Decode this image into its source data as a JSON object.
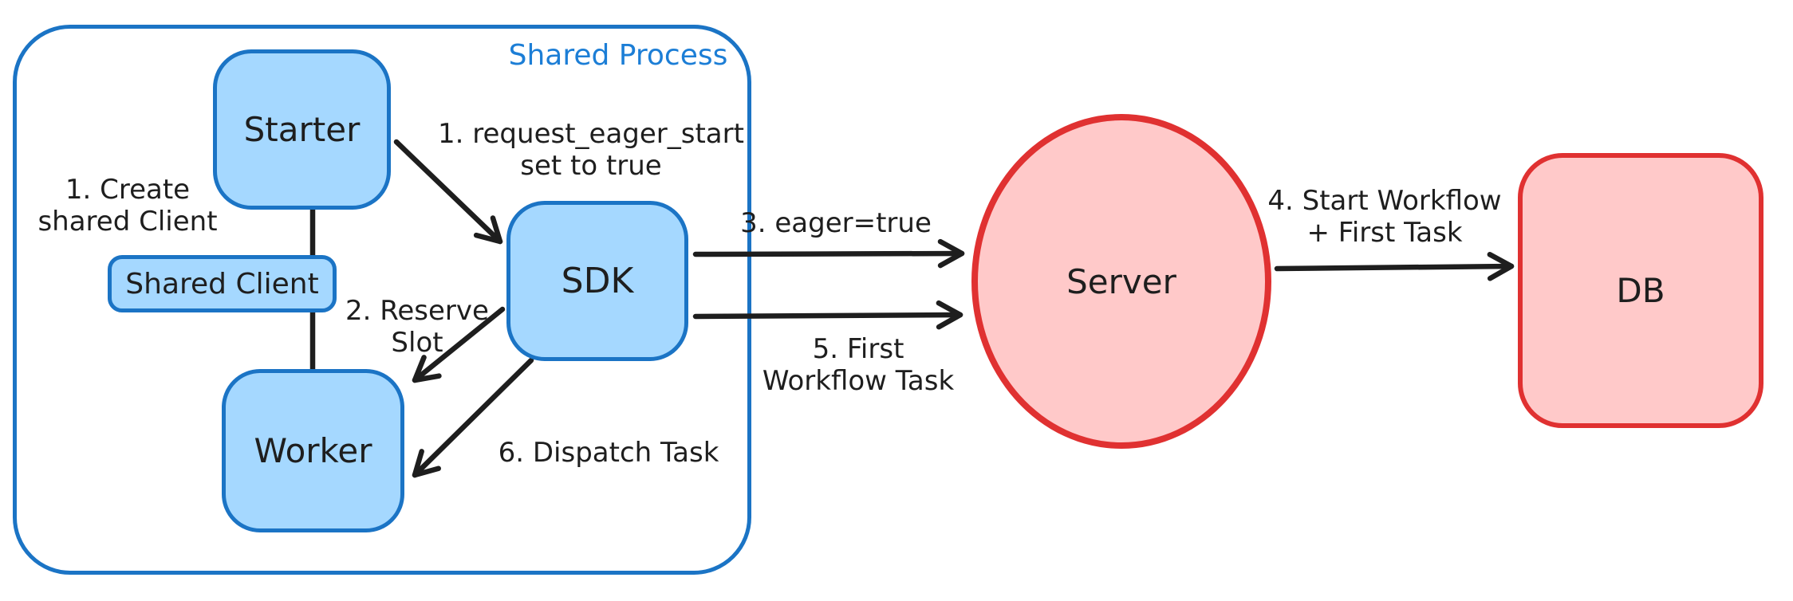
{
  "colors": {
    "blue_stroke": "#1b74c5",
    "blue_fill": "#a5d8ff",
    "red_stroke": "#e03131",
    "red_fill": "#ffc9c9",
    "ink": "#1e1e1e",
    "label_blue": "#1c7ed6",
    "bg": "#ffffff"
  },
  "diagram": {
    "container_label": "Shared Process",
    "nodes": [
      {
        "id": "starter",
        "label": "Starter"
      },
      {
        "id": "shared-client",
        "label": "Shared Client"
      },
      {
        "id": "worker",
        "label": "Worker"
      },
      {
        "id": "sdk",
        "label": "SDK"
      },
      {
        "id": "server",
        "label": "Server"
      },
      {
        "id": "db",
        "label": "DB"
      }
    ],
    "annotations": {
      "create_shared_client": "1. Create\nshared Client",
      "request_eager_start": "1. request_eager_start\nset to true",
      "reserve_slot": "2. Reserve\nSlot",
      "eager_true": "3. eager=true",
      "start_workflow_first_task": "4. Start Workflow\n+ First Task",
      "first_workflow_task": "5. First\nWorkflow Task",
      "dispatch_task": "6. Dispatch Task"
    },
    "edges": [
      {
        "id": "starter-to-shared-client",
        "type": "line"
      },
      {
        "id": "shared-client-to-worker",
        "type": "line"
      },
      {
        "id": "starter-to-sdk",
        "type": "arrow",
        "label": "1. request_eager_start set to true"
      },
      {
        "id": "sdk-to-worker-reserve",
        "type": "arrow",
        "label": "2. Reserve Slot"
      },
      {
        "id": "sdk-to-worker-dispatch",
        "type": "arrow",
        "label": "6. Dispatch Task"
      },
      {
        "id": "sdk-to-server-eager",
        "type": "arrow",
        "label": "3. eager=true"
      },
      {
        "id": "sdk-to-server-first-task",
        "type": "arrow",
        "label": "5. First Workflow Task"
      },
      {
        "id": "server-to-db",
        "type": "arrow",
        "label": "4. Start Workflow + First Task"
      }
    ]
  }
}
